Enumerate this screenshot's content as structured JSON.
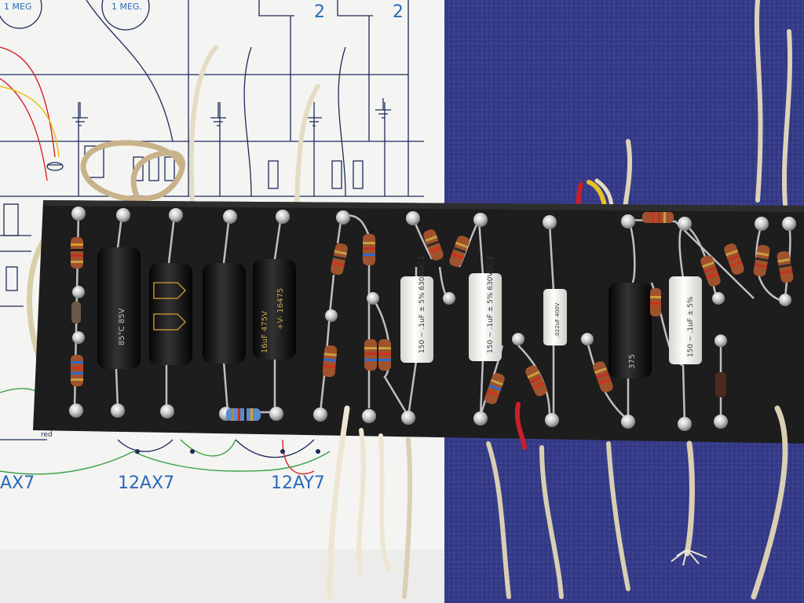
{
  "photo": {
    "subject": "tube amplifier turret board",
    "colors": {
      "carpet": "#3a3f8e",
      "carpet_dark": "#252a6b",
      "paper": "#f4f4f2",
      "board": "#1f1f1f",
      "solder": "#d9d9d9",
      "cap_black": "#121212",
      "cap_white": "#f2f0ea",
      "resistor_body": "#a0522d",
      "wire_white": "#e8e2cf",
      "wire_red": "#c8202a",
      "wire_yellow": "#e8c020",
      "schematic_ink": "#1c2a5a",
      "schematic_blue": "#2a6ab8",
      "schematic_green": "#3aa24a"
    }
  },
  "schematic": {
    "labels": {
      "top_left_1": "1 MEG",
      "top_left_2": "1 MEG.",
      "top_num_1": "2",
      "top_num_2": "2",
      "tube_1": "AX7",
      "tube_2": "12AX7",
      "tube_3": "12AY7",
      "red": "red"
    }
  },
  "components": {
    "cap_label_1": "150 ~ .1uF ± 5% 630VDC E",
    "cap_label_2": "150 ~ .1uF ± 5% 630VDC E",
    "cap_label_3": "150 ~ .1uF ± 5%",
    "cap_label_small": ".022uF 400V",
    "elec_1": "85°C 85V",
    "elec_2": "+V- 16475",
    "elec_3": "16uF 475V",
    "elec_4": "375"
  }
}
